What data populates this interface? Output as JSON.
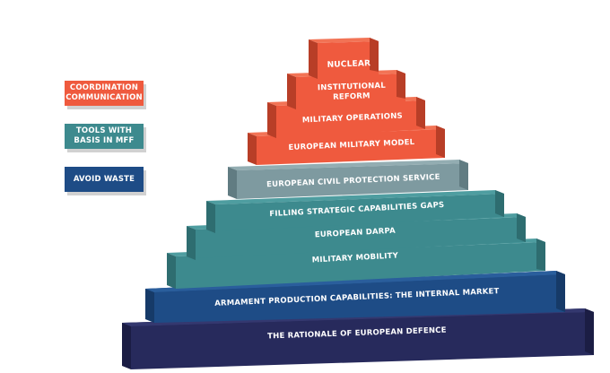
{
  "legend": [
    {
      "line1": "COORDINATION",
      "line2": "COMMUNICATION",
      "color": "#ef5a3e"
    },
    {
      "line1": "TOOLS WITH",
      "line2": "BASIS IN MFF",
      "color": "#3d8a8e"
    },
    {
      "line1": "AVOID WASTE",
      "line2": "",
      "color": "#1e4c86"
    }
  ],
  "pyramid": {
    "colors": {
      "navy": "#272a5c",
      "blue": "#1e4c86",
      "grey": "#7e9aa0",
      "teal": "#3d8a8e",
      "red": "#ef5a3e"
    },
    "layers": {
      "nuclear": "NUCLEAR",
      "institutional_reform_1": "INSTITUTIONAL",
      "institutional_reform_2": "REFORM",
      "military_operations": "MILITARY OPERATIONS",
      "european_military_model": "EUROPEAN MILITARY MODEL",
      "civil_protection": "EUROPEAN CIVIL PROTECTION SERVICE",
      "capability_gaps": "FILLING STRATEGIC CAPABILITIES GAPS",
      "european_darpa": "EUROPEAN DARPA",
      "military_mobility": "MILITARY MOBILITY",
      "internal_market": "ARMAMENT PRODUCTION CAPABILITIES: THE INTERNAL MARKET",
      "rationale": "THE RATIONALE OF EUROPEAN DEFENCE"
    }
  }
}
